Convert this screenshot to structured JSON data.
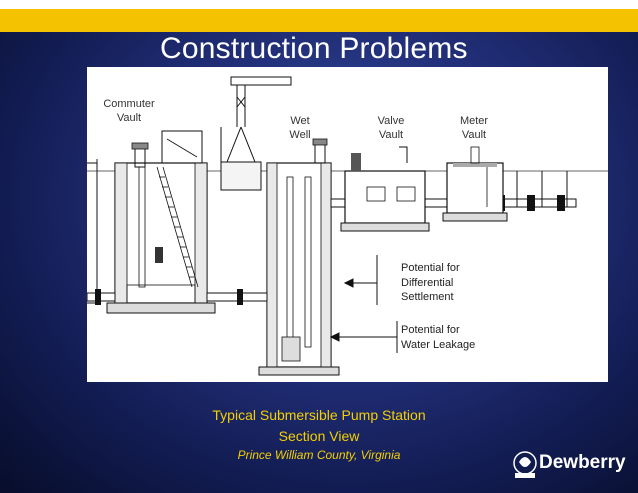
{
  "slide": {
    "title": "Construction Problems"
  },
  "diagram": {
    "labels": {
      "commuter_vault": "Commuter\nVault",
      "wet_well": "Wet\nWell",
      "valve_vault": "Valve\nVault",
      "meter_vault": "Meter\nVault"
    },
    "notes": {
      "settlement": "Potential for\nDifferential\nSettlement",
      "leakage": "Potential for\nWater Leakage"
    }
  },
  "caption": {
    "line1": "Typical Submersible Pump Station",
    "line2": "Section View",
    "line3": "Prince William County, Virginia"
  },
  "logo": {
    "name": "Dewberry"
  },
  "colors": {
    "background": "#22307a",
    "accent_bar": "#f5c200",
    "caption": "#f5d000",
    "title": "#ffffff"
  }
}
